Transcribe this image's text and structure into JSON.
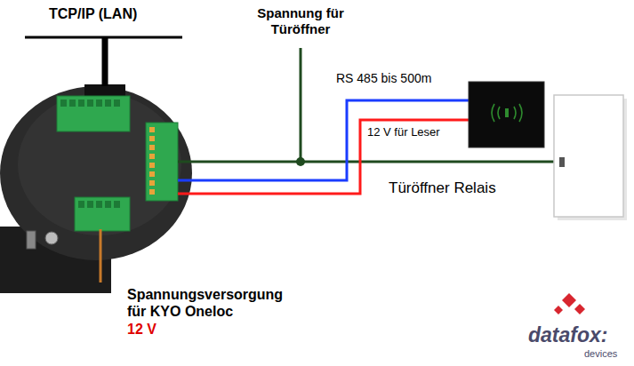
{
  "diagram": {
    "labels": [
      "TCP/IP (LAN)",
      "Spannung für Türöffner",
      "RS 485 bis 500m",
      "12 V für Leser",
      "Türöffner Relais",
      "Spannungsversorgung für KYO Oneloc",
      "12 V",
      "datafox:",
      "devices"
    ]
  }
}
